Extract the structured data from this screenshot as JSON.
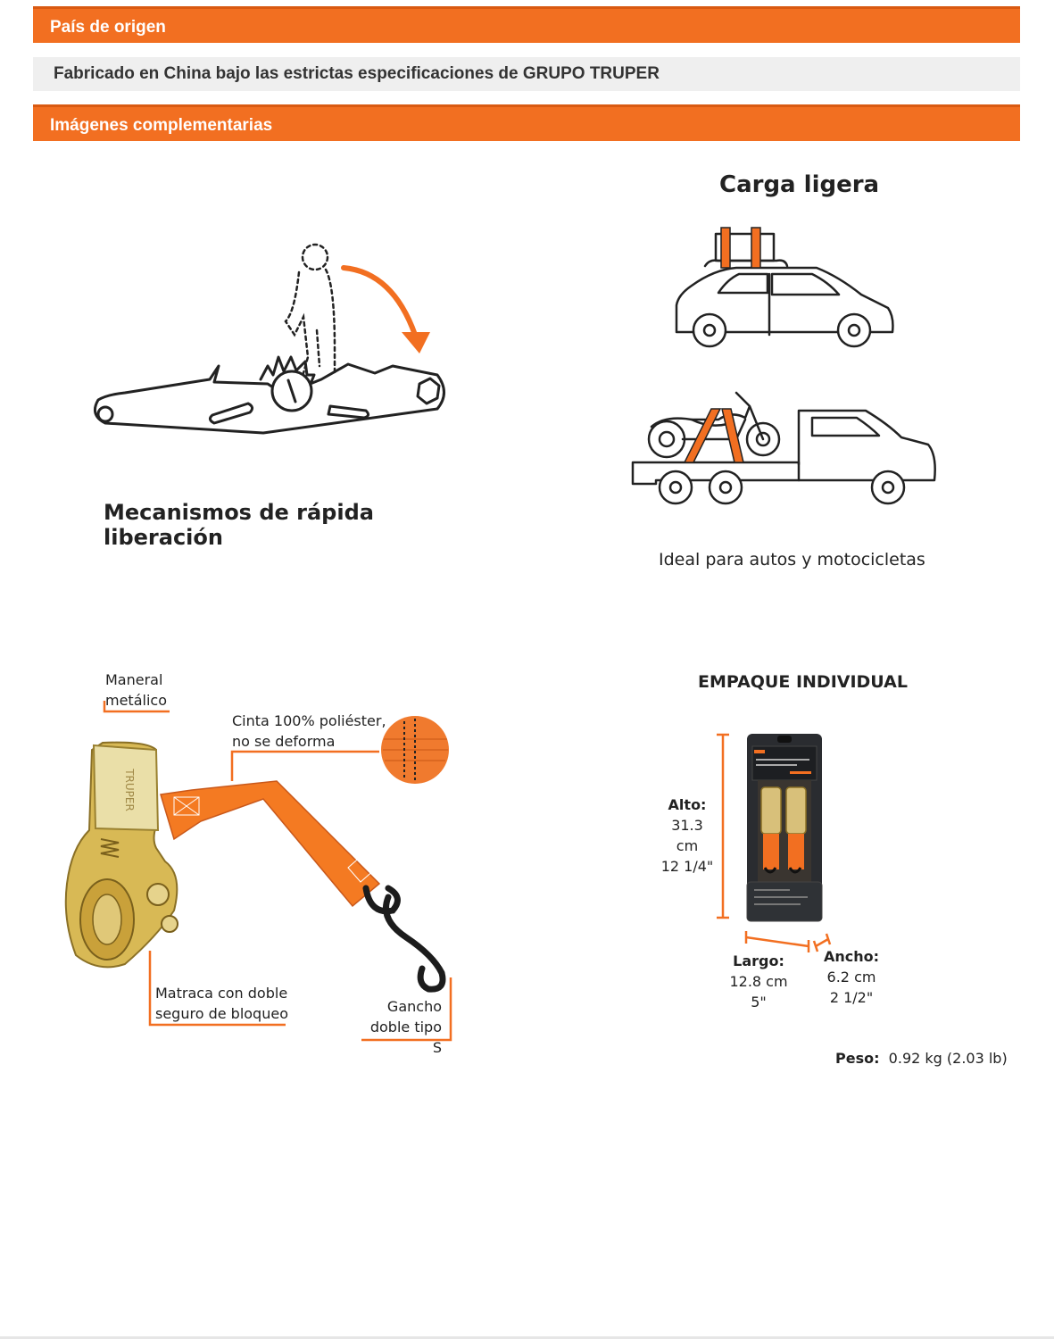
{
  "sections": {
    "origin_title": "País de origen",
    "origin_text": "Fabricado en China bajo las estrictas especificaciones de GRUPO TRUPER",
    "images_title": "Imágenes complementarias"
  },
  "features": {
    "mechanism_caption": "Mecanismos de rápida liberación",
    "light_load_title": "Carga ligera",
    "vehicles_caption": "Ideal para autos y motocicletas"
  },
  "product": {
    "handle_label_1": "Maneral",
    "handle_label_2": "metálico",
    "strap_label_1": "Cinta 100% poliéster,",
    "strap_label_2": "no se deforma",
    "ratchet_label_1": "Matraca con doble",
    "ratchet_label_2": "seguro de bloqueo",
    "hook_label_1": "Gancho",
    "hook_label_2": "doble tipo S",
    "brand": "TRUPER"
  },
  "package": {
    "title": "EMPAQUE INDIVIDUAL",
    "height_label": "Alto:",
    "height_cm": "31.3 cm",
    "height_in": "12 1/4\"",
    "length_label": "Largo:",
    "length_cm": "12.8 cm",
    "length_in": "5\"",
    "width_label": "Ancho:",
    "width_cm": "6.2 cm",
    "width_in": "2 1/2\"",
    "weight_label": "Peso:",
    "weight_value": "0.92  kg (2.03 lb)"
  },
  "colors": {
    "accent": "#f26f21",
    "grey_band": "#efefef"
  }
}
